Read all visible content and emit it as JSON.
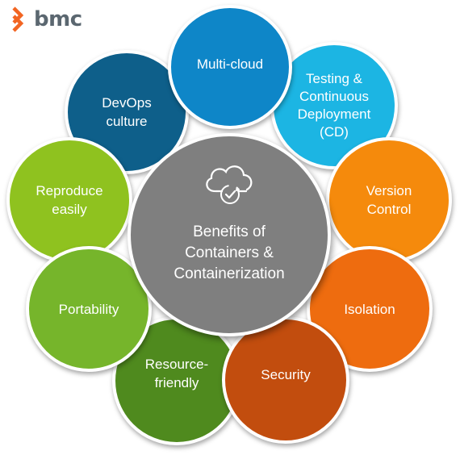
{
  "brand": {
    "name": "bmc",
    "color": "#f26522"
  },
  "center": {
    "title": "Benefits of\nContainers &\nContainerization",
    "icon": "cloud-sync-icon",
    "color": "#7f7f7f"
  },
  "benefits": [
    {
      "label": "Multi-cloud",
      "color": "#0e86c8"
    },
    {
      "label": "Testing &\nContinuous\nDeployment\n(CD)",
      "color": "#1cb5e3"
    },
    {
      "label": "Version\nControl",
      "color": "#f58a0c"
    },
    {
      "label": "Isolation",
      "color": "#ee6c0f"
    },
    {
      "label": "Security",
      "color": "#c24d0e"
    },
    {
      "label": "Resource-\nfriendly",
      "color": "#4f8a1e"
    },
    {
      "label": "Portability",
      "color": "#76b52b"
    },
    {
      "label": "Reproduce\neasily",
      "color": "#8fc21f"
    },
    {
      "label": "DevOps\nculture",
      "color": "#0e5f8a"
    }
  ]
}
